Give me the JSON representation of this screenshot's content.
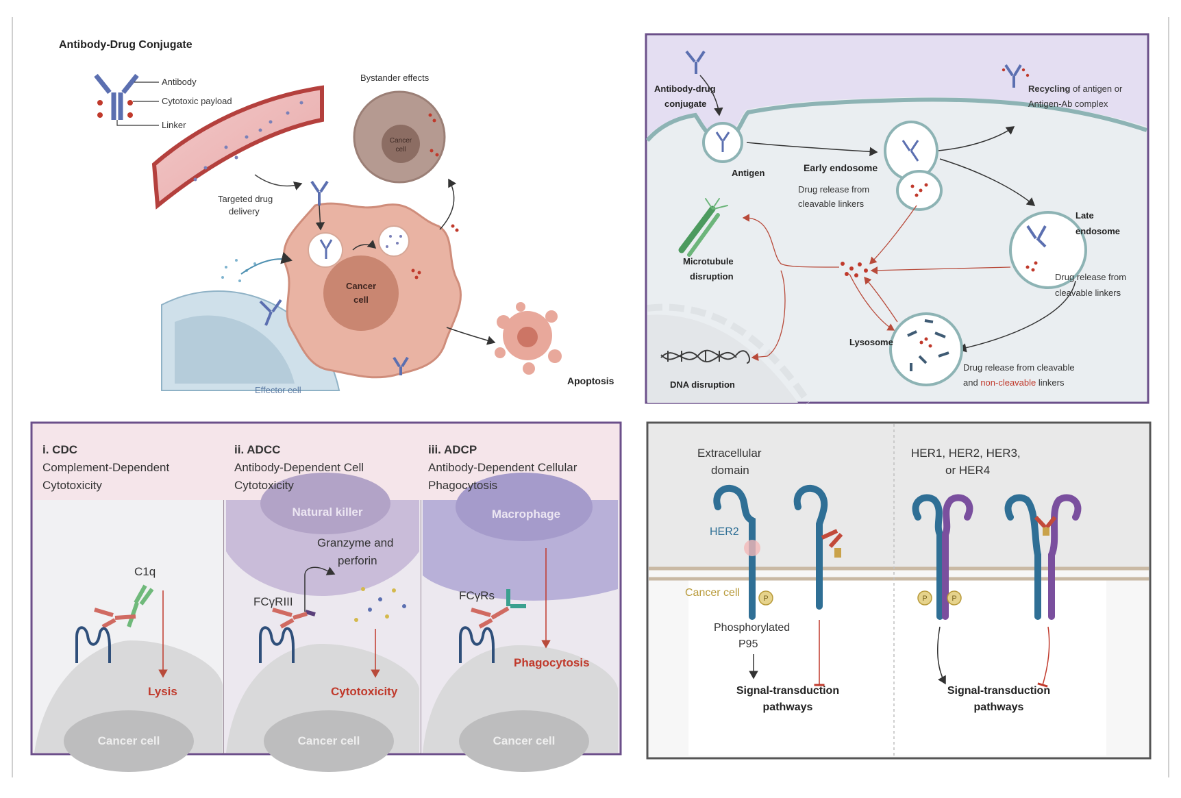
{
  "adc_panel": {
    "title": "Antibody-Drug Conjugate",
    "legend": {
      "antibody": "Antibody",
      "payload": "Cytotoxic payload",
      "linker": "Linker"
    },
    "bystander": "Bystander effects",
    "cancer_cell_small": [
      "Cancer",
      "cell"
    ],
    "targeted_delivery": [
      "Targeted drug",
      "delivery"
    ],
    "cancer_cell": [
      "Cancer",
      "cell"
    ],
    "effector_cell": "Effector cell",
    "apoptosis": "Apoptosis"
  },
  "internalization_panel": {
    "adc": [
      "Antibody-drug",
      "conjugate"
    ],
    "antigen": "Antigen",
    "early_endosome": "Early endosome",
    "early_release": [
      "Drug release from",
      "cleavable linkers"
    ],
    "recycling_bold": "Recycling",
    "recycling_rest": " of antigen or",
    "recycling_line2": "Antigen-Ab complex",
    "late_endosome": [
      "Late",
      "endosome"
    ],
    "late_release": [
      "Drug release from",
      "cleavable linkers"
    ],
    "microtubule": [
      "Microtubule",
      "disruption"
    ],
    "dna": "DNA disruption",
    "lysosome": "Lysosome",
    "lyso_release_1": "Drug release from cleavable",
    "lyso_release_2a": "and ",
    "lyso_release_2b": "non-cleavable",
    "lyso_release_2c": " linkers"
  },
  "mechanisms_panel": {
    "cdc": {
      "heading": "i. CDC",
      "desc": [
        "Complement-Dependent",
        "Cytotoxicity"
      ],
      "c1q": "C1q",
      "result": "Lysis",
      "cell": "Cancer cell"
    },
    "adcc": {
      "heading": "ii. ADCC",
      "desc": [
        "Antibody-Dependent Cell",
        "Cytotoxicity"
      ],
      "effector": "Natural killer",
      "granzyme": [
        "Granzyme and",
        "perforin"
      ],
      "receptor": "FCγRIII",
      "result": "Cytotoxicity",
      "cell": "Cancer cell"
    },
    "adcp": {
      "heading": "iii. ADCP",
      "desc": [
        "Antibody-Dependent Cellular",
        "Phagocytosis"
      ],
      "effector": "Macrophage",
      "receptor": "FCγRs",
      "result": "Phagocytosis",
      "cell": "Cancer cell"
    }
  },
  "her2_panel": {
    "ecd": [
      "Extracellular",
      "domain"
    ],
    "her2": "HER2",
    "cancer_cell": "Cancer cell",
    "p95": [
      "Phosphorylated",
      "P95"
    ],
    "signal_left": [
      "Signal-transduction",
      "pathways"
    ],
    "her_family": [
      "HER1, HER2, HER3,",
      "or HER4"
    ],
    "signal_right": [
      "Signal-transduction",
      "pathways"
    ],
    "p_symbol": "P"
  },
  "colors": {
    "antibody": "#5b6fb0",
    "payload": "#c0392b",
    "her2_receptor": "#2f6f95",
    "her_partner": "#7a4f9e",
    "mechanism_label": "#c0392b",
    "panel_border": "#6b4f8a"
  }
}
